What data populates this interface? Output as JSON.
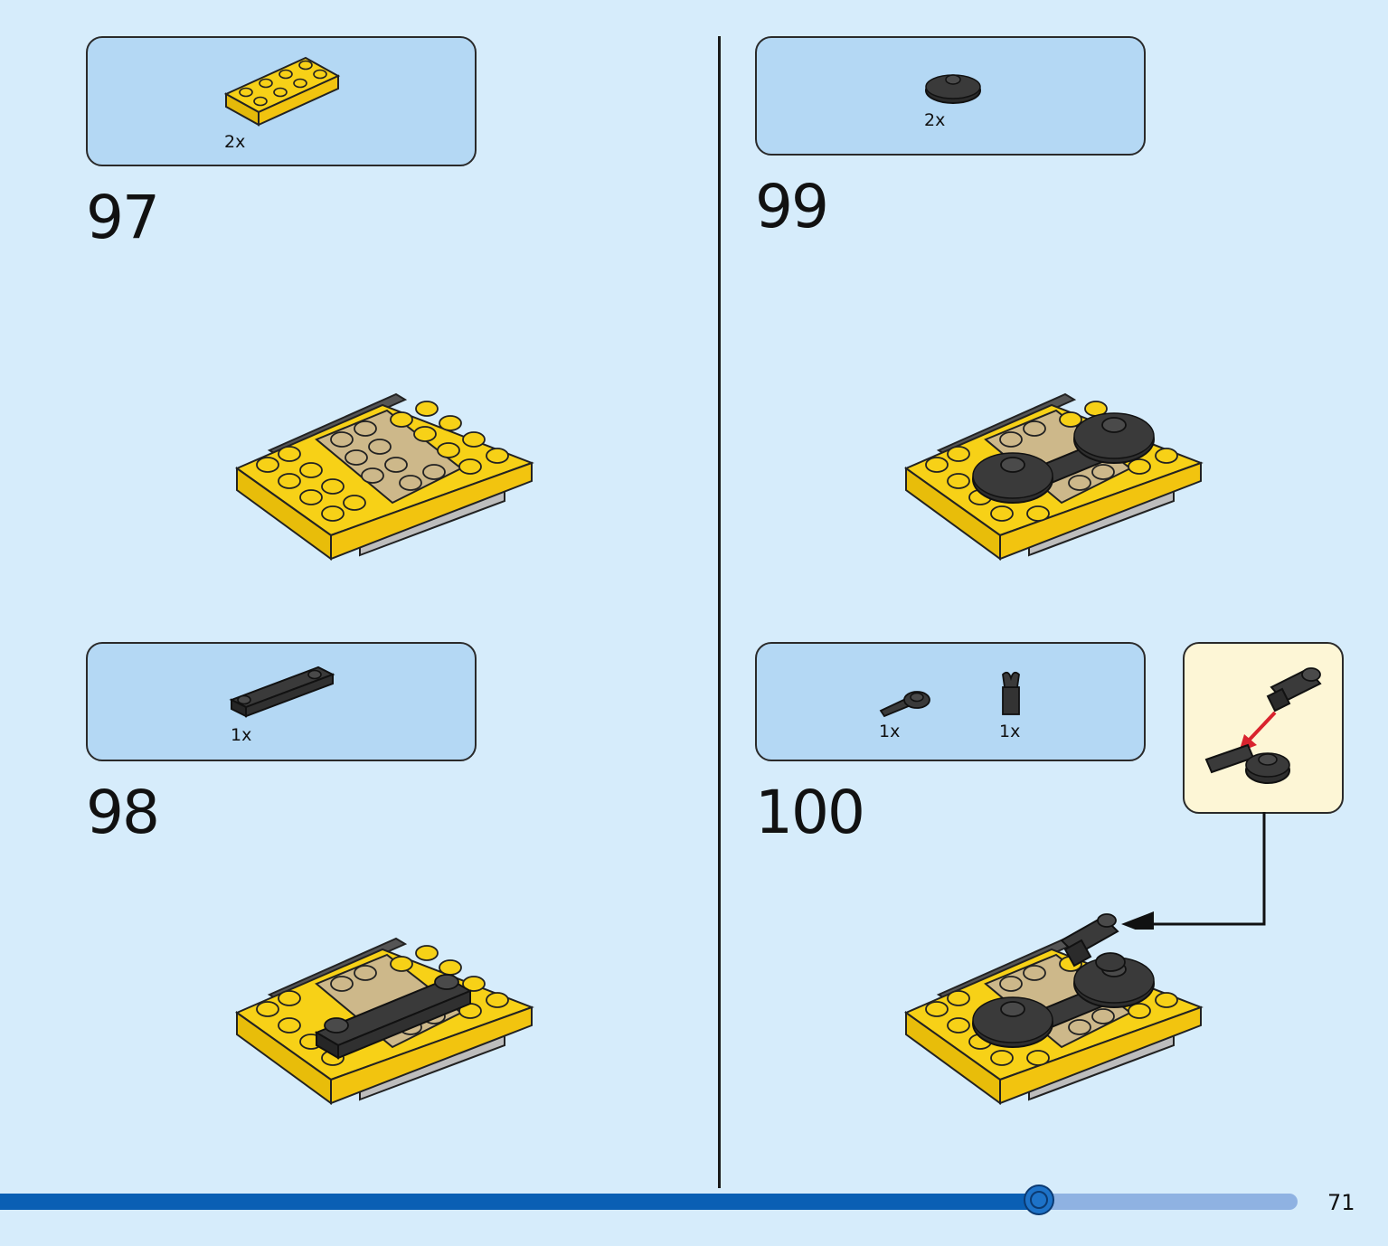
{
  "page": {
    "number": "71",
    "progress": 0.801
  },
  "steps": [
    {
      "number": "97",
      "parts": [
        {
          "qty": "2x",
          "icon": "yellow-2x4-plate-icon"
        }
      ]
    },
    {
      "number": "98",
      "parts": [
        {
          "qty": "1x",
          "icon": "black-1x4-plate-icon"
        }
      ]
    },
    {
      "number": "99",
      "parts": [
        {
          "qty": "2x",
          "icon": "black-round-dish-icon"
        }
      ]
    },
    {
      "number": "100",
      "parts": [
        {
          "qty": "1x",
          "icon": "black-bar-with-ring-icon"
        },
        {
          "qty": "1x",
          "icon": "black-clip-icon"
        }
      ]
    }
  ],
  "colors": {
    "background": "#d6ecfb",
    "parts_box": "#b4d8f4",
    "callout": "#fdf6d6",
    "yellow": "#f7d117",
    "tan": "#cdb88a",
    "black": "#2b2b2b",
    "progress_done": "#0a5fb4",
    "progress_rest": "#8fb2e2"
  }
}
